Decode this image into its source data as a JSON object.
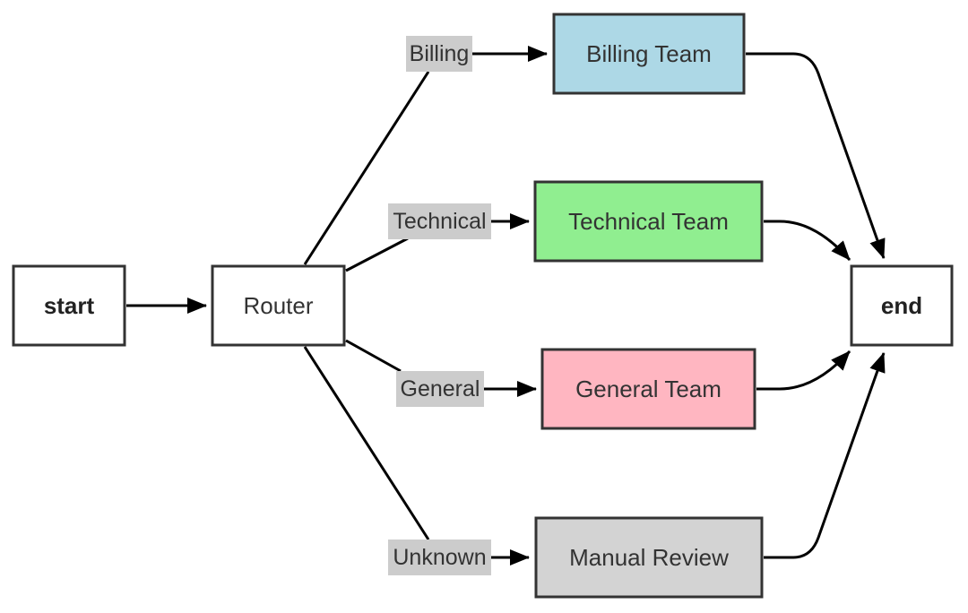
{
  "nodes": {
    "start": {
      "label": "start",
      "fill": "#ffffff"
    },
    "router": {
      "label": "Router",
      "fill": "#ffffff"
    },
    "billing_team": {
      "label": "Billing Team",
      "fill": "#add8e6"
    },
    "technical_team": {
      "label": "Technical Team",
      "fill": "#90ee90"
    },
    "general_team": {
      "label": "General Team",
      "fill": "#ffb6c1"
    },
    "manual_review": {
      "label": "Manual Review",
      "fill": "#d3d3d3"
    },
    "end": {
      "label": "end",
      "fill": "#ffffff"
    }
  },
  "edge_labels": {
    "billing": "Billing",
    "technical": "Technical",
    "general": "General",
    "unknown": "Unknown"
  },
  "edges": [
    {
      "from": "start",
      "to": "router"
    },
    {
      "from": "router",
      "to": "billing_team",
      "label": "Billing"
    },
    {
      "from": "router",
      "to": "technical_team",
      "label": "Technical"
    },
    {
      "from": "router",
      "to": "general_team",
      "label": "General"
    },
    {
      "from": "router",
      "to": "manual_review",
      "label": "Unknown"
    },
    {
      "from": "billing_team",
      "to": "end"
    },
    {
      "from": "technical_team",
      "to": "end"
    },
    {
      "from": "general_team",
      "to": "end"
    },
    {
      "from": "manual_review",
      "to": "end"
    }
  ]
}
